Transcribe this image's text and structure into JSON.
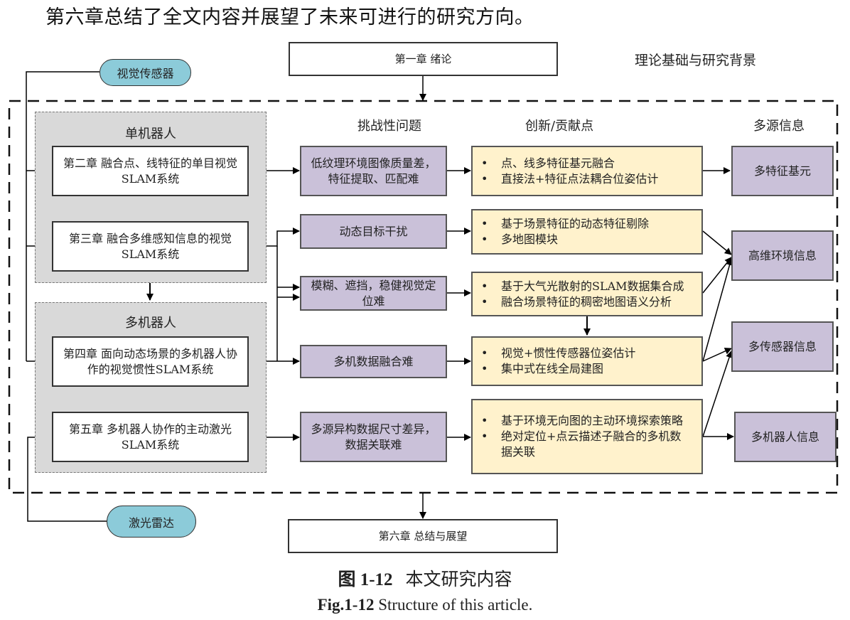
{
  "intro_text": "第六章总结了全文内容并展望了未来可进行的研究方向。",
  "top": {
    "chapter1": "第一章  绪论",
    "background_label": "理论基础与研究背景"
  },
  "sensors": {
    "visual": "视觉传感器",
    "lidar": "激光雷达"
  },
  "groups": {
    "single_robot": "单机器人",
    "multi_robot": "多机器人"
  },
  "column_headers": {
    "challenges": "挑战性问题",
    "contributions": "创新/贡献点",
    "multi_source": "多源信息"
  },
  "chapters": {
    "ch2": "第二章  融合点、线特征的单目视觉SLAM系统",
    "ch3": "第三章  融合多维感知信息的视觉SLAM系统",
    "ch4": "第四章  面向动态场景的多机器人协作的视觉惯性SLAM系统",
    "ch5": "第五章  多机器人协作的主动激光SLAM系统",
    "ch6": "第六章  总结与展望"
  },
  "challenges": [
    "低纹理环境图像质量差，特征提取、匹配难",
    "动态目标干扰",
    "模糊、遮挡，稳健视觉定位难",
    "多机数据融合难",
    "多源异构数据尺寸差异，数据关联难"
  ],
  "contributions": [
    [
      "点、线多特征基元融合",
      "直接法+特征点法耦合位姿估计"
    ],
    [
      "基于场景特征的动态特征剔除",
      "多地图模块"
    ],
    [
      "基于大气光散射的SLAM数据集合成",
      "融合场景特征的稠密地图语义分析"
    ],
    [
      "视觉+惯性传感器位姿估计",
      "集中式在线全局建图"
    ],
    [
      "基于环境无向图的主动环境探索策略",
      "绝对定位+点云描述子融合的多机数据关联"
    ]
  ],
  "multi_source": [
    "多特征基元",
    "高维环境信息",
    "多传感器信息",
    "多机器人信息"
  ],
  "caption": {
    "zh_label": "图 1-12",
    "zh_text": "本文研究内容",
    "en_label": "Fig.1-12",
    "en_text": "Structure of this article."
  },
  "colors": {
    "challenge_fill": "#cac1d9",
    "contribution_fill": "#fff2cc",
    "sensor_fill": "#8ccbd9",
    "group_fill": "#d9d9d9"
  }
}
